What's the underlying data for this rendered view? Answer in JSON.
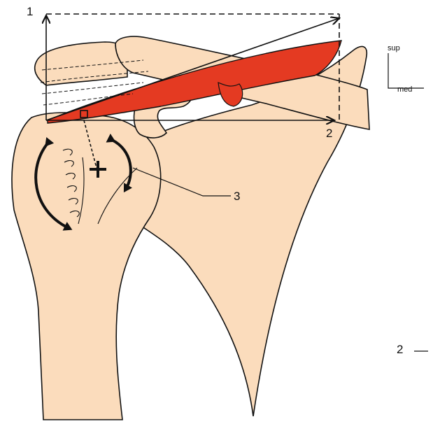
{
  "colors": {
    "bone": "#fbdcbc",
    "muscle": "#e43a22",
    "outline": "#111111",
    "background": "#ffffff"
  },
  "labels": {
    "vector_vertical": "1",
    "vector_horizontal": "2",
    "center_of_rotation": "3",
    "orientation_sup": "sup",
    "orientation_med": "med",
    "page_marker": "2"
  },
  "icons": [
    "rotation-arrow-icon",
    "center-cross-icon",
    "orientation-axes-icon"
  ]
}
